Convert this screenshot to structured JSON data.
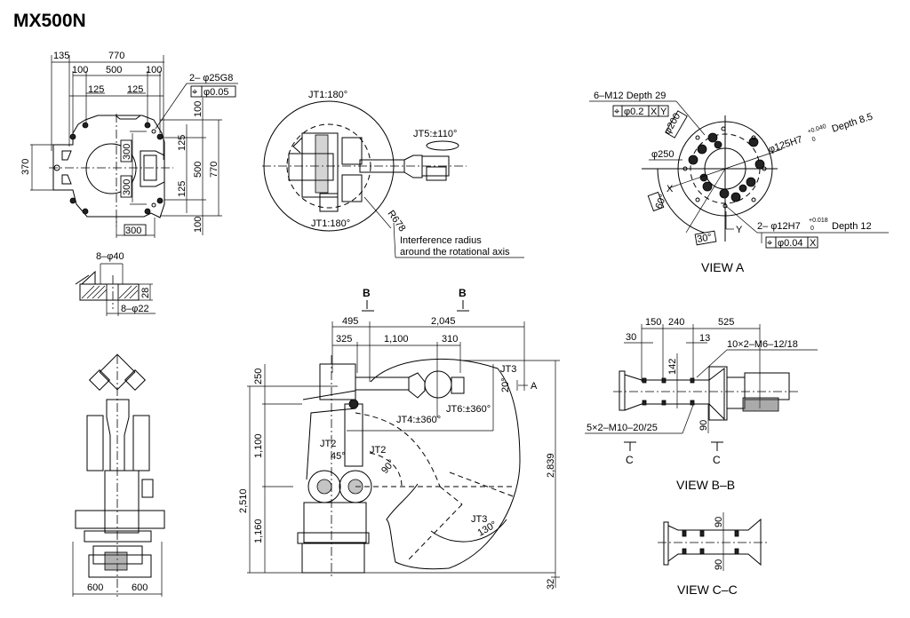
{
  "title": "MX500N",
  "base_top_view": {
    "dims_top": [
      "135",
      "770",
      "100",
      "500",
      "100",
      "125",
      "125"
    ],
    "dims_right": [
      "100",
      "125",
      "500",
      "125",
      "100",
      "770"
    ],
    "dim_left": "370",
    "dim_boxes": [
      "300",
      "300"
    ],
    "dim_bottom_box": "300",
    "callout": "2– φ25G8",
    "tolerance_frame": [
      "⌖",
      "φ0.05"
    ]
  },
  "hole_detail": {
    "counterbore": "8–φ40",
    "depth": "28",
    "hole": "8–φ22"
  },
  "top_view": {
    "jt1_top": "JT1:180°",
    "jt1_bottom": "JT1:180°",
    "jt5": "JT5:±110°",
    "radius": "R678",
    "note_line1": "Interference radius",
    "note_line2": "around the rotational axis"
  },
  "view_a": {
    "label": "VIEW A",
    "tapped_holes": "6–M12 Depth 29",
    "tolerance_frame1": [
      "⌖",
      "φ0.2",
      "X",
      "Y"
    ],
    "pcd_200": "φ200",
    "dia_250": "φ250",
    "spigot": "φ125H7",
    "spigot_tol_upper": "+0.040",
    "spigot_tol_lower": "0",
    "spigot_depth": "Depth 8.5",
    "pin_holes": "2– φ12H7",
    "pin_tol_upper": "+0.018",
    "pin_tol_lower": "0",
    "pin_depth": "Depth 12",
    "tolerance_frame2": [
      "⌖",
      "φ0.04",
      "X"
    ],
    "angle_60": "60°",
    "angle_30": "30°",
    "axis_x": "X",
    "axis_y": "Y"
  },
  "side_view": {
    "section_mark_left": "B",
    "section_mark_right": "B",
    "dims_top": [
      "495",
      "2,045",
      "325",
      "1,100",
      "310"
    ],
    "dims_left": [
      "250",
      "1,100",
      "2,510",
      "1,160"
    ],
    "dims_right": [
      "2,839",
      "32"
    ],
    "jt2_a": "JT2",
    "jt2_a_angle": "45°",
    "jt2_b": "JT2",
    "jt2_b_angle": "90°",
    "jt3_top": "JT3",
    "jt3_top_angle": "20°",
    "jt3_bottom": "JT3",
    "jt3_bottom_angle": "130°",
    "jt4": "JT4:±360°",
    "jt6": "JT6:±360°",
    "view_a_arrow": "A"
  },
  "front_view": {
    "dims_bottom": [
      "600",
      "600"
    ]
  },
  "view_bb": {
    "label": "VIEW B–B",
    "dims_top": [
      "150",
      "240",
      "525",
      "30",
      "13"
    ],
    "dim_vertical": [
      "142",
      "90"
    ],
    "callout_top": "10×2–M6–12/18",
    "callout_bottom": "5×2–M10–20/25",
    "section_c_left": "C",
    "section_c_right": "C"
  },
  "view_cc": {
    "label": "VIEW C–C",
    "dims": [
      "90",
      "90"
    ]
  }
}
